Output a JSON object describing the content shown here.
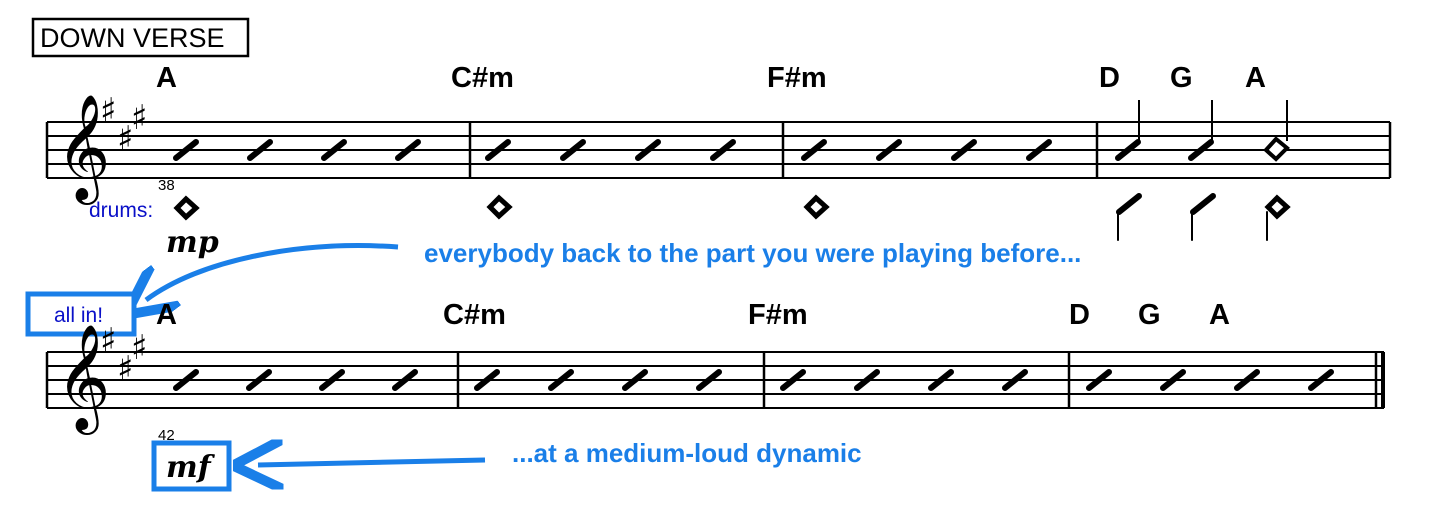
{
  "rehearsal_mark": "DOWN VERSE",
  "systems": [
    {
      "measure_number": "38",
      "chords": [
        "A",
        "C#m",
        "F#m",
        "D",
        "G",
        "A"
      ],
      "dynamic": "mp",
      "drums_label": "drums:"
    },
    {
      "measure_number": "42",
      "chords": [
        "A",
        "C#m",
        "F#m",
        "D",
        "G",
        "A"
      ],
      "dynamic": "mf",
      "callout": "all in!"
    }
  ],
  "annotations": {
    "first": "everybody back to the part you were playing before...",
    "second": "...at a medium-loud dynamic"
  },
  "colors": {
    "annotation_blue": "#1a7fe8",
    "label_blue": "#0a10c8",
    "ink": "#000000"
  },
  "icons": {
    "clef": "treble-clef-icon",
    "sharp": "sharp-icon",
    "slash": "slash-notehead-icon",
    "diamond": "diamond-notehead-icon",
    "arrow": "arrow-icon"
  }
}
